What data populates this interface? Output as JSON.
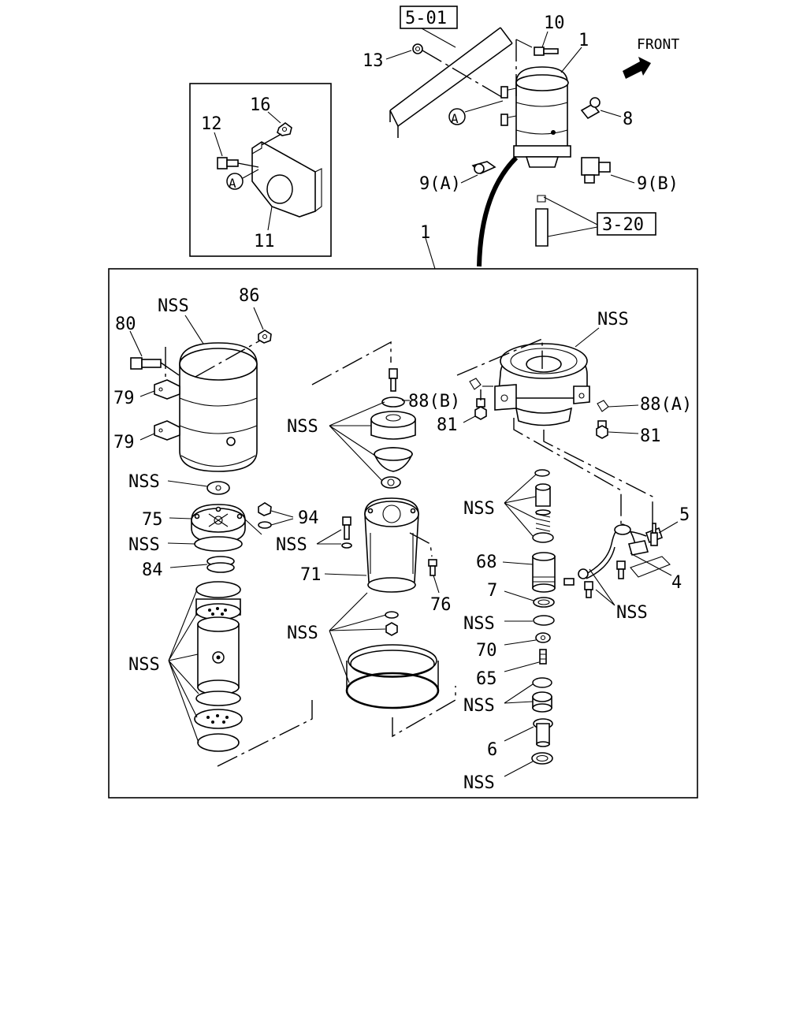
{
  "refs": {
    "frame": "5-01",
    "pipe": "3-20"
  },
  "front_label": "FRONT",
  "callout_circle": "A",
  "labels": {
    "n10": "10",
    "n1_top": "1",
    "n13": "13",
    "n8": "8",
    "n9a": "9(A)",
    "n9b": "9(B)",
    "n16": "16",
    "n12": "12",
    "n11": "11",
    "n1_main": "1",
    "nss_canister": "NSS",
    "n86": "86",
    "n80": "80",
    "n79_upper": "79",
    "n79_lower": "79",
    "nss_gasket": "NSS",
    "n75": "75",
    "n94": "94",
    "nss_oring": "NSS",
    "n84": "84",
    "nss_cartridge": "NSS",
    "nss_valve_set": "NSS",
    "n88b": "88(B)",
    "n81_left": "81",
    "nss_bolt_washer": "NSS",
    "n71": "71",
    "n76": "76",
    "nss_band_set": "NSS",
    "nss_body": "NSS",
    "n88a": "88(A)",
    "n81_right": "81",
    "nss_spring_set": "NSS",
    "n68": "68",
    "n7": "7",
    "nss_seal": "NSS",
    "n70": "70",
    "n65": "65",
    "nss_seat_set": "NSS",
    "n6": "6",
    "nss_bottom": "NSS",
    "n5": "5",
    "n4": "4",
    "nss_heater": "NSS"
  },
  "icons": {
    "front_arrow": "front-arrow-icon"
  }
}
